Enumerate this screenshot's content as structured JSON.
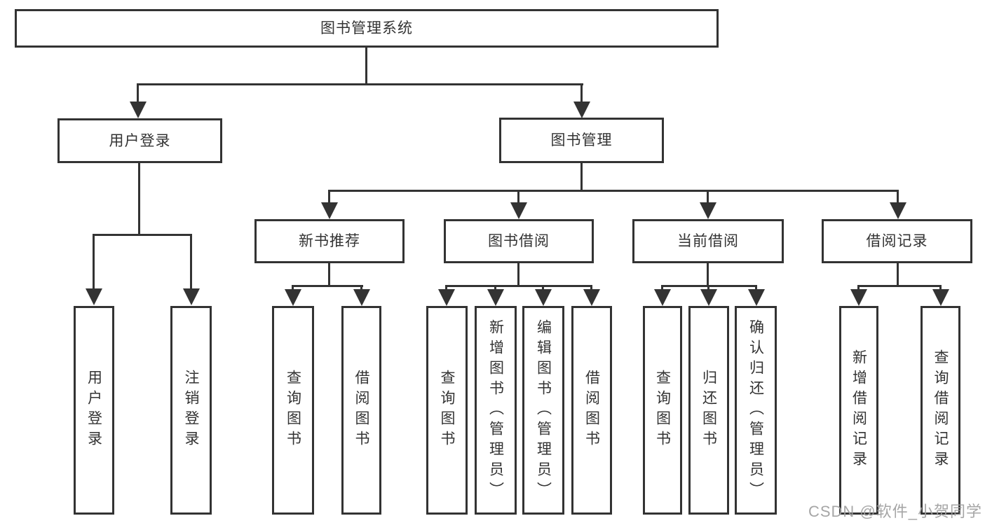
{
  "diagram": {
    "type": "hierarchy-tree",
    "root": {
      "label": "图书管理系统",
      "children": [
        {
          "label": "用户登录",
          "children": [
            {
              "label": "用户登录"
            },
            {
              "label": "注销登录"
            }
          ]
        },
        {
          "label": "图书管理",
          "children": [
            {
              "label": "新书推荐",
              "children": [
                {
                  "label": "查询图书"
                },
                {
                  "label": "借阅图书"
                }
              ]
            },
            {
              "label": "图书借阅",
              "children": [
                {
                  "label": "查询图书"
                },
                {
                  "label": "新增图书（管理员）"
                },
                {
                  "label": "编辑图书（管理员）"
                },
                {
                  "label": "借阅图书"
                }
              ]
            },
            {
              "label": "当前借阅",
              "children": [
                {
                  "label": "查询图书"
                },
                {
                  "label": "归还图书"
                },
                {
                  "label": "确认归还（管理员）"
                }
              ]
            },
            {
              "label": "借阅记录",
              "children": [
                {
                  "label": "新增借阅记录"
                },
                {
                  "label": "查询借阅记录"
                }
              ]
            }
          ]
        }
      ]
    },
    "colors": {
      "line": "#333333",
      "text": "#333333",
      "background": "#ffffff",
      "watermark": "#9e9e9e"
    }
  },
  "watermark": {
    "text": "CSDN @软件_小贺同学"
  }
}
